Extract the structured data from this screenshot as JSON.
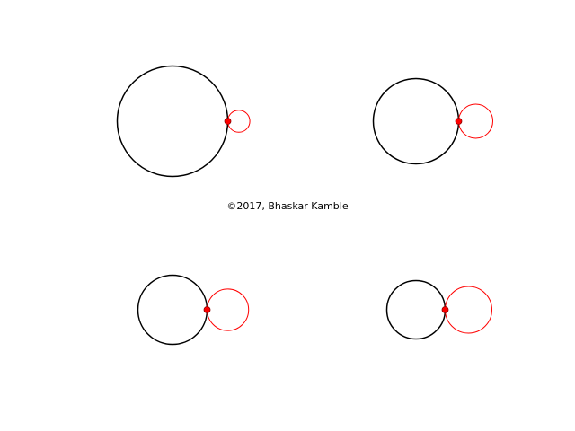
{
  "copyright_text": "©2017, Bhaskar Kamble",
  "colors": {
    "background": "#ffffff",
    "fixed_circle": "#000000",
    "rolling_circle": "#ff0000",
    "contact_point": "#ff0000",
    "contact_point_edge": "#8b0000"
  },
  "panels": [
    {
      "id": "panel-1",
      "fixed_radius": 1.0,
      "rolling_radius": 0.2
    },
    {
      "id": "panel-2",
      "fixed_radius": 1.0,
      "rolling_radius": 0.4
    },
    {
      "id": "panel-3",
      "fixed_radius": 1.0,
      "rolling_radius": 0.6
    },
    {
      "id": "panel-4",
      "fixed_radius": 1.0,
      "rolling_radius": 0.8
    }
  ]
}
